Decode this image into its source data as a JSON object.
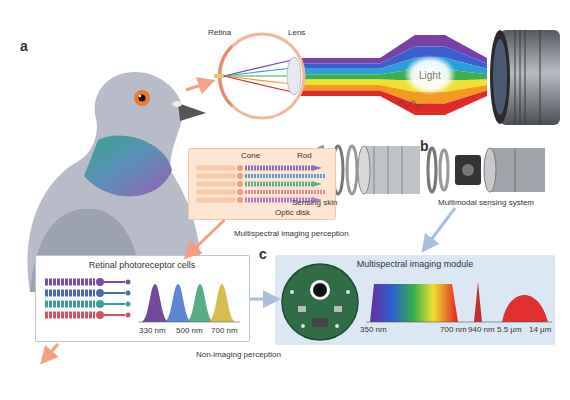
{
  "diagram": {
    "nodes": [
      {
        "text": [
          "Cone",
          "Rod",
          "Optic disk"
        ]
      },
      {
        "text": [
          "Retinal photoreceptor cells",
          "330 nm",
          "500 nm",
          "700 nm"
        ]
      },
      {
        "text": [
          "Multispectral imaging module",
          "350 nm",
          "700 nm",
          "940 nm",
          "5.5 μm",
          "14 μm"
        ]
      }
    ],
    "edges": [
      {
        "from": 0,
        "to": 1,
        "arrow": "to"
      },
      {
        "from": 1,
        "to": 2,
        "arrow": "to"
      }
    ],
    "labels": [
      "a",
      "Retina",
      "Lens",
      "Light",
      "b",
      "Sensing skin",
      "Multimodal sensing system",
      "Multispectral imaging perception",
      "c",
      "Non-imaging perception"
    ]
  }
}
